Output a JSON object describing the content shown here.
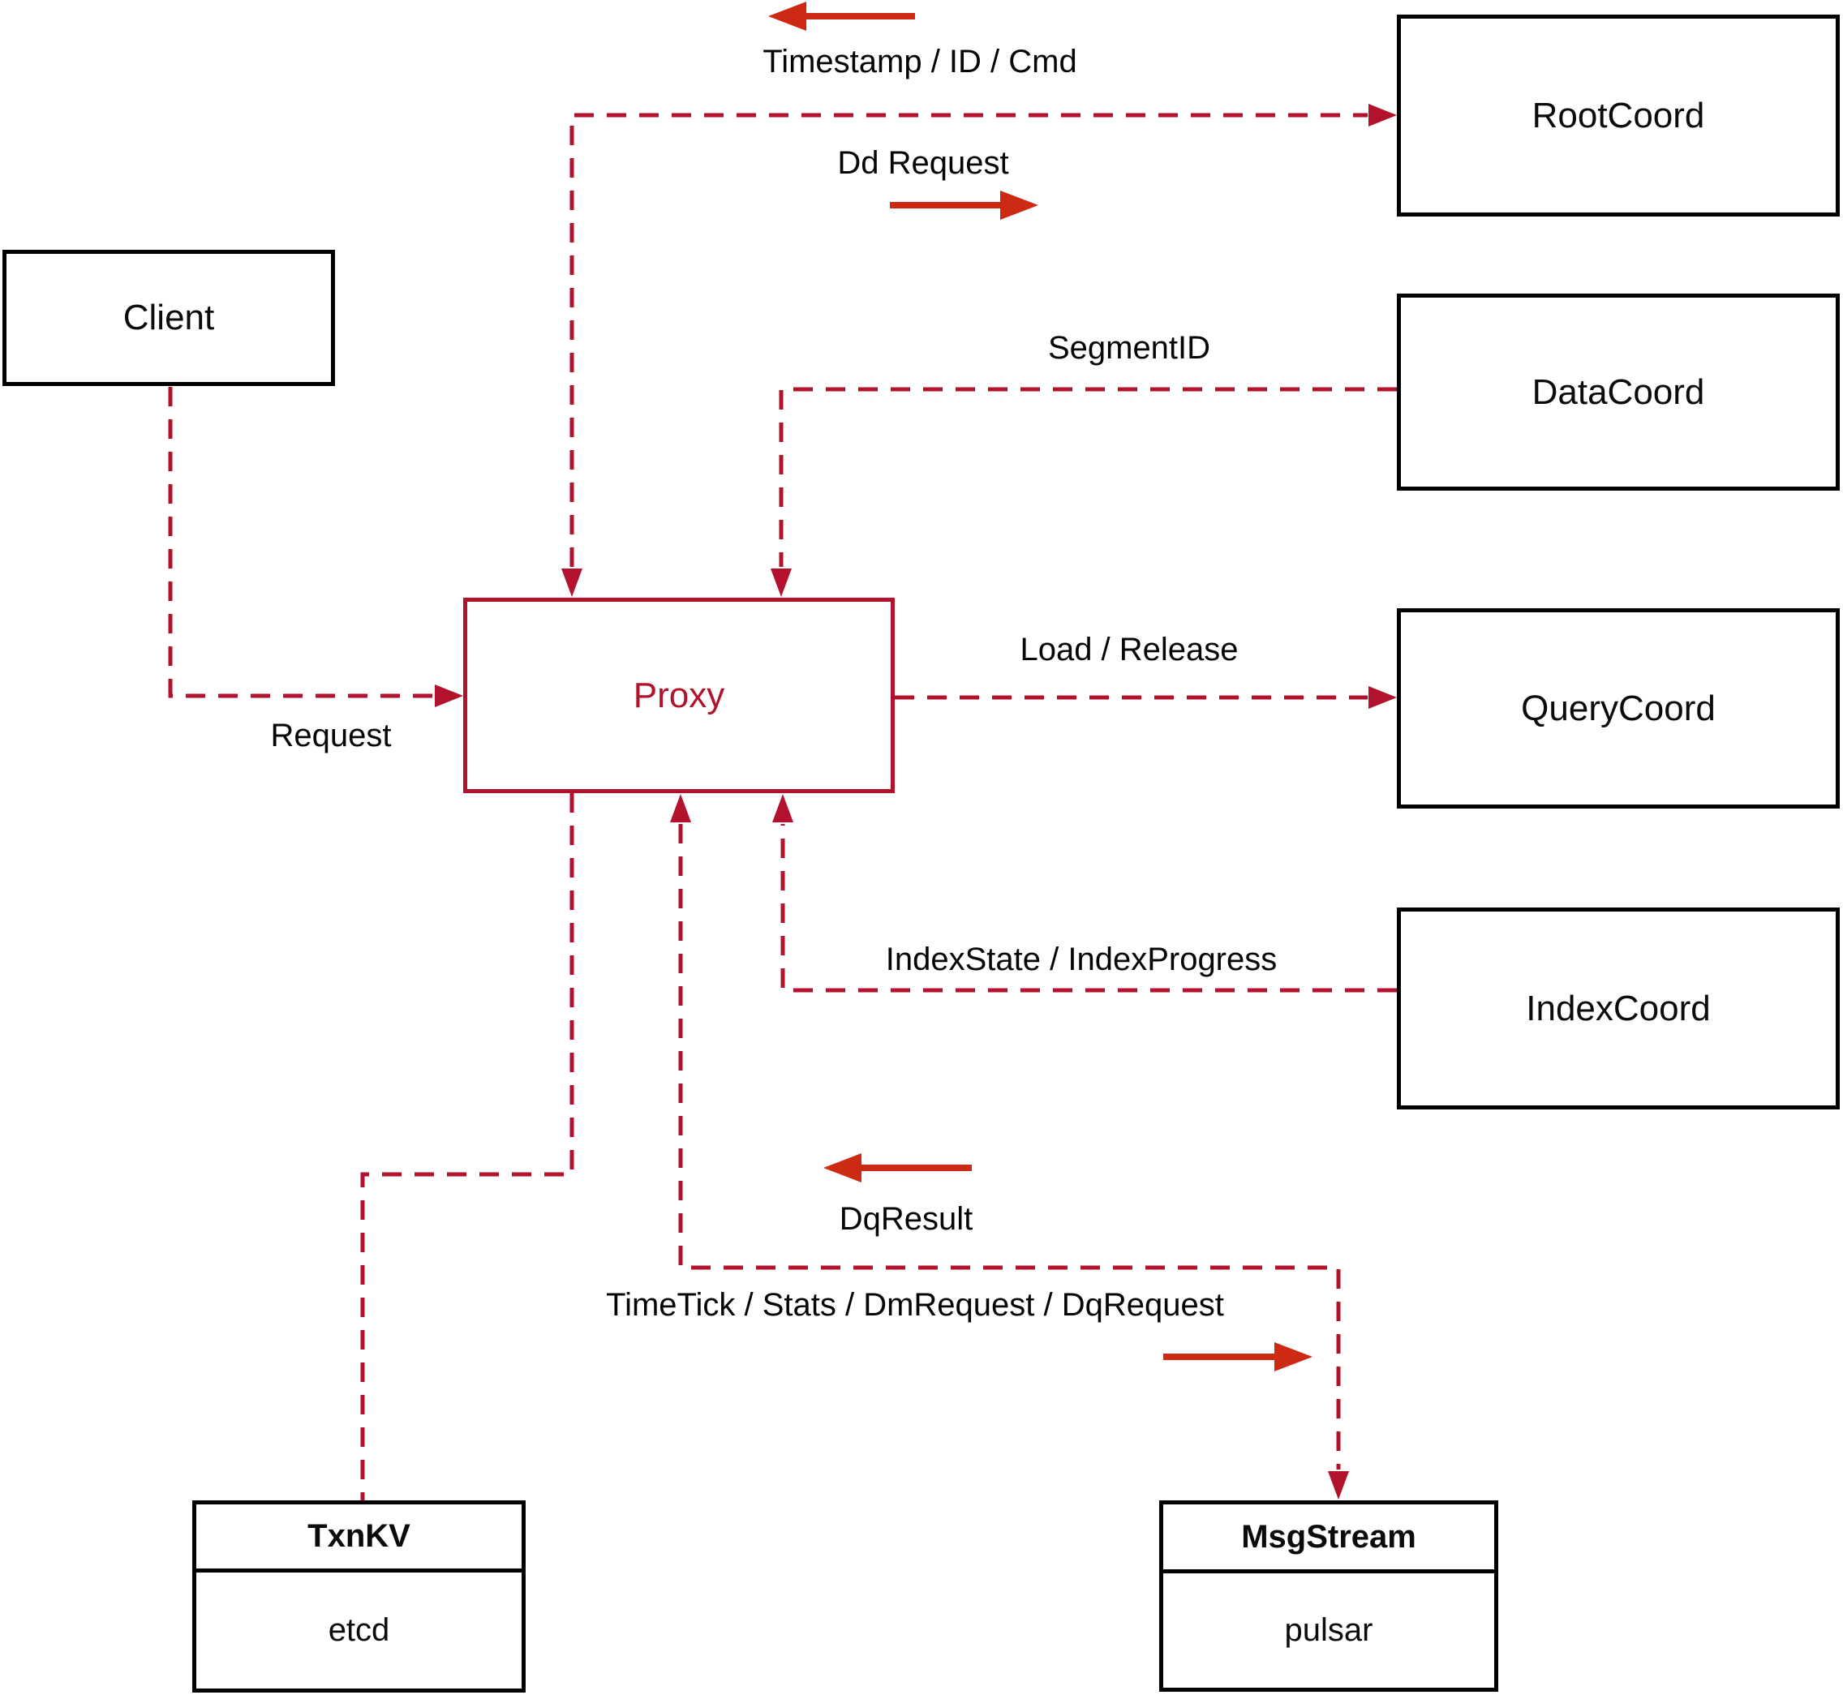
{
  "colors": {
    "connector": "#b2122c",
    "direction_arrow": "#cc2a12",
    "box_border": "#000000"
  },
  "nodes": {
    "client": {
      "label": "Client"
    },
    "proxy": {
      "label": "Proxy"
    },
    "root_coord": {
      "label": "RootCoord"
    },
    "data_coord": {
      "label": "DataCoord"
    },
    "query_coord": {
      "label": "QueryCoord"
    },
    "index_coord": {
      "label": "IndexCoord"
    },
    "txn_kv": {
      "title": "TxnKV",
      "impl": "etcd"
    },
    "msg_stream": {
      "title": "MsgStream",
      "impl": "pulsar"
    }
  },
  "edge_labels": {
    "root_coord_flow": "Timestamp / ID / Cmd",
    "dd_request": "Dd Request",
    "segment_id": "SegmentID",
    "load_release": "Load / Release",
    "request": "Request",
    "index_state": "IndexState / IndexProgress",
    "dq_result": "DqResult",
    "time_tick": "TimeTick / Stats / DmRequest / DqRequest"
  }
}
